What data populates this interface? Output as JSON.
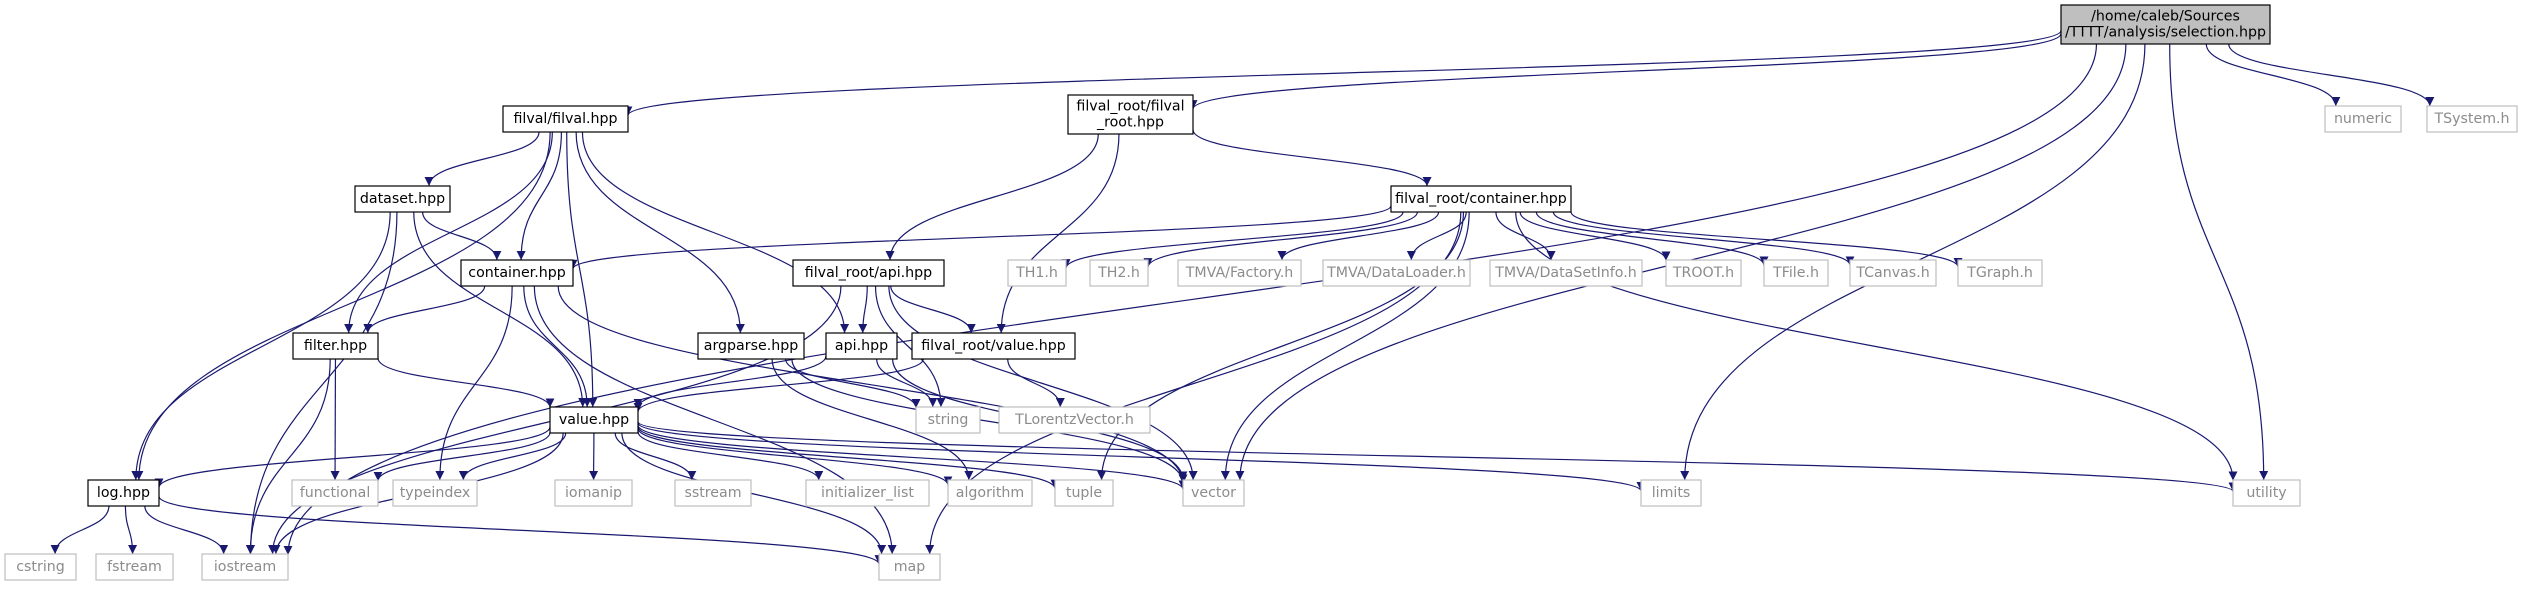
{
  "graph": {
    "nodes": [
      {
        "id": "selection",
        "label": [
          "/home/caleb/Sources",
          "/TTTT/analysis/selection.hpp"
        ],
        "kind": "main"
      },
      {
        "id": "numeric",
        "label": [
          "numeric"
        ],
        "kind": "system"
      },
      {
        "id": "tsystem",
        "label": [
          "TSystem.h"
        ],
        "kind": "system"
      },
      {
        "id": "filval",
        "label": [
          "filval/filval.hpp"
        ],
        "kind": "local"
      },
      {
        "id": "filval_root",
        "label": [
          "filval_root/filval",
          "_root.hpp"
        ],
        "kind": "local"
      },
      {
        "id": "froot_container",
        "label": [
          "filval_root/container.hpp"
        ],
        "kind": "local"
      },
      {
        "id": "dataset",
        "label": [
          "dataset.hpp"
        ],
        "kind": "local"
      },
      {
        "id": "container",
        "label": [
          "container.hpp"
        ],
        "kind": "local"
      },
      {
        "id": "froot_api",
        "label": [
          "filval_root/api.hpp"
        ],
        "kind": "local"
      },
      {
        "id": "th1",
        "label": [
          "TH1.h"
        ],
        "kind": "system"
      },
      {
        "id": "th2",
        "label": [
          "TH2.h"
        ],
        "kind": "system"
      },
      {
        "id": "tmva_factory",
        "label": [
          "TMVA/Factory.h"
        ],
        "kind": "system"
      },
      {
        "id": "tmva_dataloader",
        "label": [
          "TMVA/DataLoader.h"
        ],
        "kind": "system"
      },
      {
        "id": "tmva_datasetinfo",
        "label": [
          "TMVA/DataSetInfo.h"
        ],
        "kind": "system"
      },
      {
        "id": "troot",
        "label": [
          "TROOT.h"
        ],
        "kind": "system"
      },
      {
        "id": "tfile",
        "label": [
          "TFile.h"
        ],
        "kind": "system"
      },
      {
        "id": "tcanvas",
        "label": [
          "TCanvas.h"
        ],
        "kind": "system"
      },
      {
        "id": "tgraph",
        "label": [
          "TGraph.h"
        ],
        "kind": "system"
      },
      {
        "id": "filter",
        "label": [
          "filter.hpp"
        ],
        "kind": "local"
      },
      {
        "id": "argparse",
        "label": [
          "argparse.hpp"
        ],
        "kind": "local"
      },
      {
        "id": "api",
        "label": [
          "api.hpp"
        ],
        "kind": "local"
      },
      {
        "id": "froot_value",
        "label": [
          "filval_root/value.hpp"
        ],
        "kind": "local"
      },
      {
        "id": "string",
        "label": [
          "string"
        ],
        "kind": "system"
      },
      {
        "id": "tlorentz",
        "label": [
          "TLorentzVector.h"
        ],
        "kind": "system"
      },
      {
        "id": "value",
        "label": [
          "value.hpp"
        ],
        "kind": "local"
      },
      {
        "id": "log",
        "label": [
          "log.hpp"
        ],
        "kind": "local"
      },
      {
        "id": "functional",
        "label": [
          "functional"
        ],
        "kind": "system"
      },
      {
        "id": "typeindex",
        "label": [
          "typeindex"
        ],
        "kind": "system"
      },
      {
        "id": "iomanip",
        "label": [
          "iomanip"
        ],
        "kind": "system"
      },
      {
        "id": "sstream",
        "label": [
          "sstream"
        ],
        "kind": "system"
      },
      {
        "id": "initializer_list",
        "label": [
          "initializer_list"
        ],
        "kind": "system"
      },
      {
        "id": "algorithm",
        "label": [
          "algorithm"
        ],
        "kind": "system"
      },
      {
        "id": "tuple",
        "label": [
          "tuple"
        ],
        "kind": "system"
      },
      {
        "id": "vector",
        "label": [
          "vector"
        ],
        "kind": "system"
      },
      {
        "id": "limits",
        "label": [
          "limits"
        ],
        "kind": "system"
      },
      {
        "id": "utility",
        "label": [
          "utility"
        ],
        "kind": "system"
      },
      {
        "id": "cstring",
        "label": [
          "cstring"
        ],
        "kind": "system"
      },
      {
        "id": "fstream",
        "label": [
          "fstream"
        ],
        "kind": "system"
      },
      {
        "id": "iostream",
        "label": [
          "iostream"
        ],
        "kind": "system"
      },
      {
        "id": "map",
        "label": [
          "map"
        ],
        "kind": "system"
      }
    ],
    "edges": [
      [
        "selection",
        "iostream"
      ],
      [
        "selection",
        "filval"
      ],
      [
        "selection",
        "filval_root"
      ],
      [
        "selection",
        "numeric"
      ],
      [
        "selection",
        "tsystem"
      ],
      [
        "selection",
        "utility"
      ],
      [
        "selection",
        "vector"
      ],
      [
        "selection",
        "limits"
      ],
      [
        "filval",
        "log"
      ],
      [
        "filval",
        "dataset"
      ],
      [
        "filval",
        "filter"
      ],
      [
        "filval",
        "container"
      ],
      [
        "filval",
        "value"
      ],
      [
        "filval",
        "argparse"
      ],
      [
        "filval",
        "api"
      ],
      [
        "filval_root",
        "froot_container"
      ],
      [
        "filval_root",
        "froot_api"
      ],
      [
        "filval_root",
        "froot_value"
      ],
      [
        "froot_container",
        "container"
      ],
      [
        "froot_container",
        "th1"
      ],
      [
        "froot_container",
        "th2"
      ],
      [
        "froot_container",
        "tmva_factory"
      ],
      [
        "froot_container",
        "tmva_dataloader"
      ],
      [
        "froot_container",
        "tmva_datasetinfo"
      ],
      [
        "froot_container",
        "troot"
      ],
      [
        "froot_container",
        "tfile"
      ],
      [
        "froot_container",
        "tcanvas"
      ],
      [
        "froot_container",
        "tgraph"
      ],
      [
        "froot_container",
        "utility"
      ],
      [
        "froot_container",
        "map"
      ],
      [
        "froot_container",
        "vector"
      ],
      [
        "froot_container",
        "tuple"
      ],
      [
        "dataset",
        "container"
      ],
      [
        "dataset",
        "log"
      ],
      [
        "dataset",
        "iostream"
      ],
      [
        "dataset",
        "value"
      ],
      [
        "container",
        "filter"
      ],
      [
        "container",
        "value"
      ],
      [
        "container",
        "typeindex"
      ],
      [
        "container",
        "vector"
      ],
      [
        "container",
        "map"
      ],
      [
        "froot_api",
        "api"
      ],
      [
        "froot_api",
        "froot_value"
      ],
      [
        "froot_api",
        "string"
      ],
      [
        "froot_api",
        "vector"
      ],
      [
        "froot_api",
        "iostream"
      ],
      [
        "filter",
        "value"
      ],
      [
        "filter",
        "functional"
      ],
      [
        "filter",
        "iostream"
      ],
      [
        "argparse",
        "string"
      ],
      [
        "argparse",
        "vector"
      ],
      [
        "argparse",
        "algorithm"
      ],
      [
        "api",
        "value"
      ],
      [
        "api",
        "string"
      ],
      [
        "api",
        "vector"
      ],
      [
        "froot_value",
        "value"
      ],
      [
        "froot_value",
        "tlorentz"
      ],
      [
        "value",
        "log"
      ],
      [
        "value",
        "functional"
      ],
      [
        "value",
        "typeindex"
      ],
      [
        "value",
        "iomanip"
      ],
      [
        "value",
        "sstream"
      ],
      [
        "value",
        "initializer_list"
      ],
      [
        "value",
        "algorithm"
      ],
      [
        "value",
        "tuple"
      ],
      [
        "value",
        "vector"
      ],
      [
        "value",
        "limits"
      ],
      [
        "value",
        "utility"
      ],
      [
        "value",
        "iostream"
      ],
      [
        "value",
        "map"
      ],
      [
        "log",
        "cstring"
      ],
      [
        "log",
        "fstream"
      ],
      [
        "log",
        "iostream"
      ],
      [
        "log",
        "map"
      ]
    ]
  }
}
